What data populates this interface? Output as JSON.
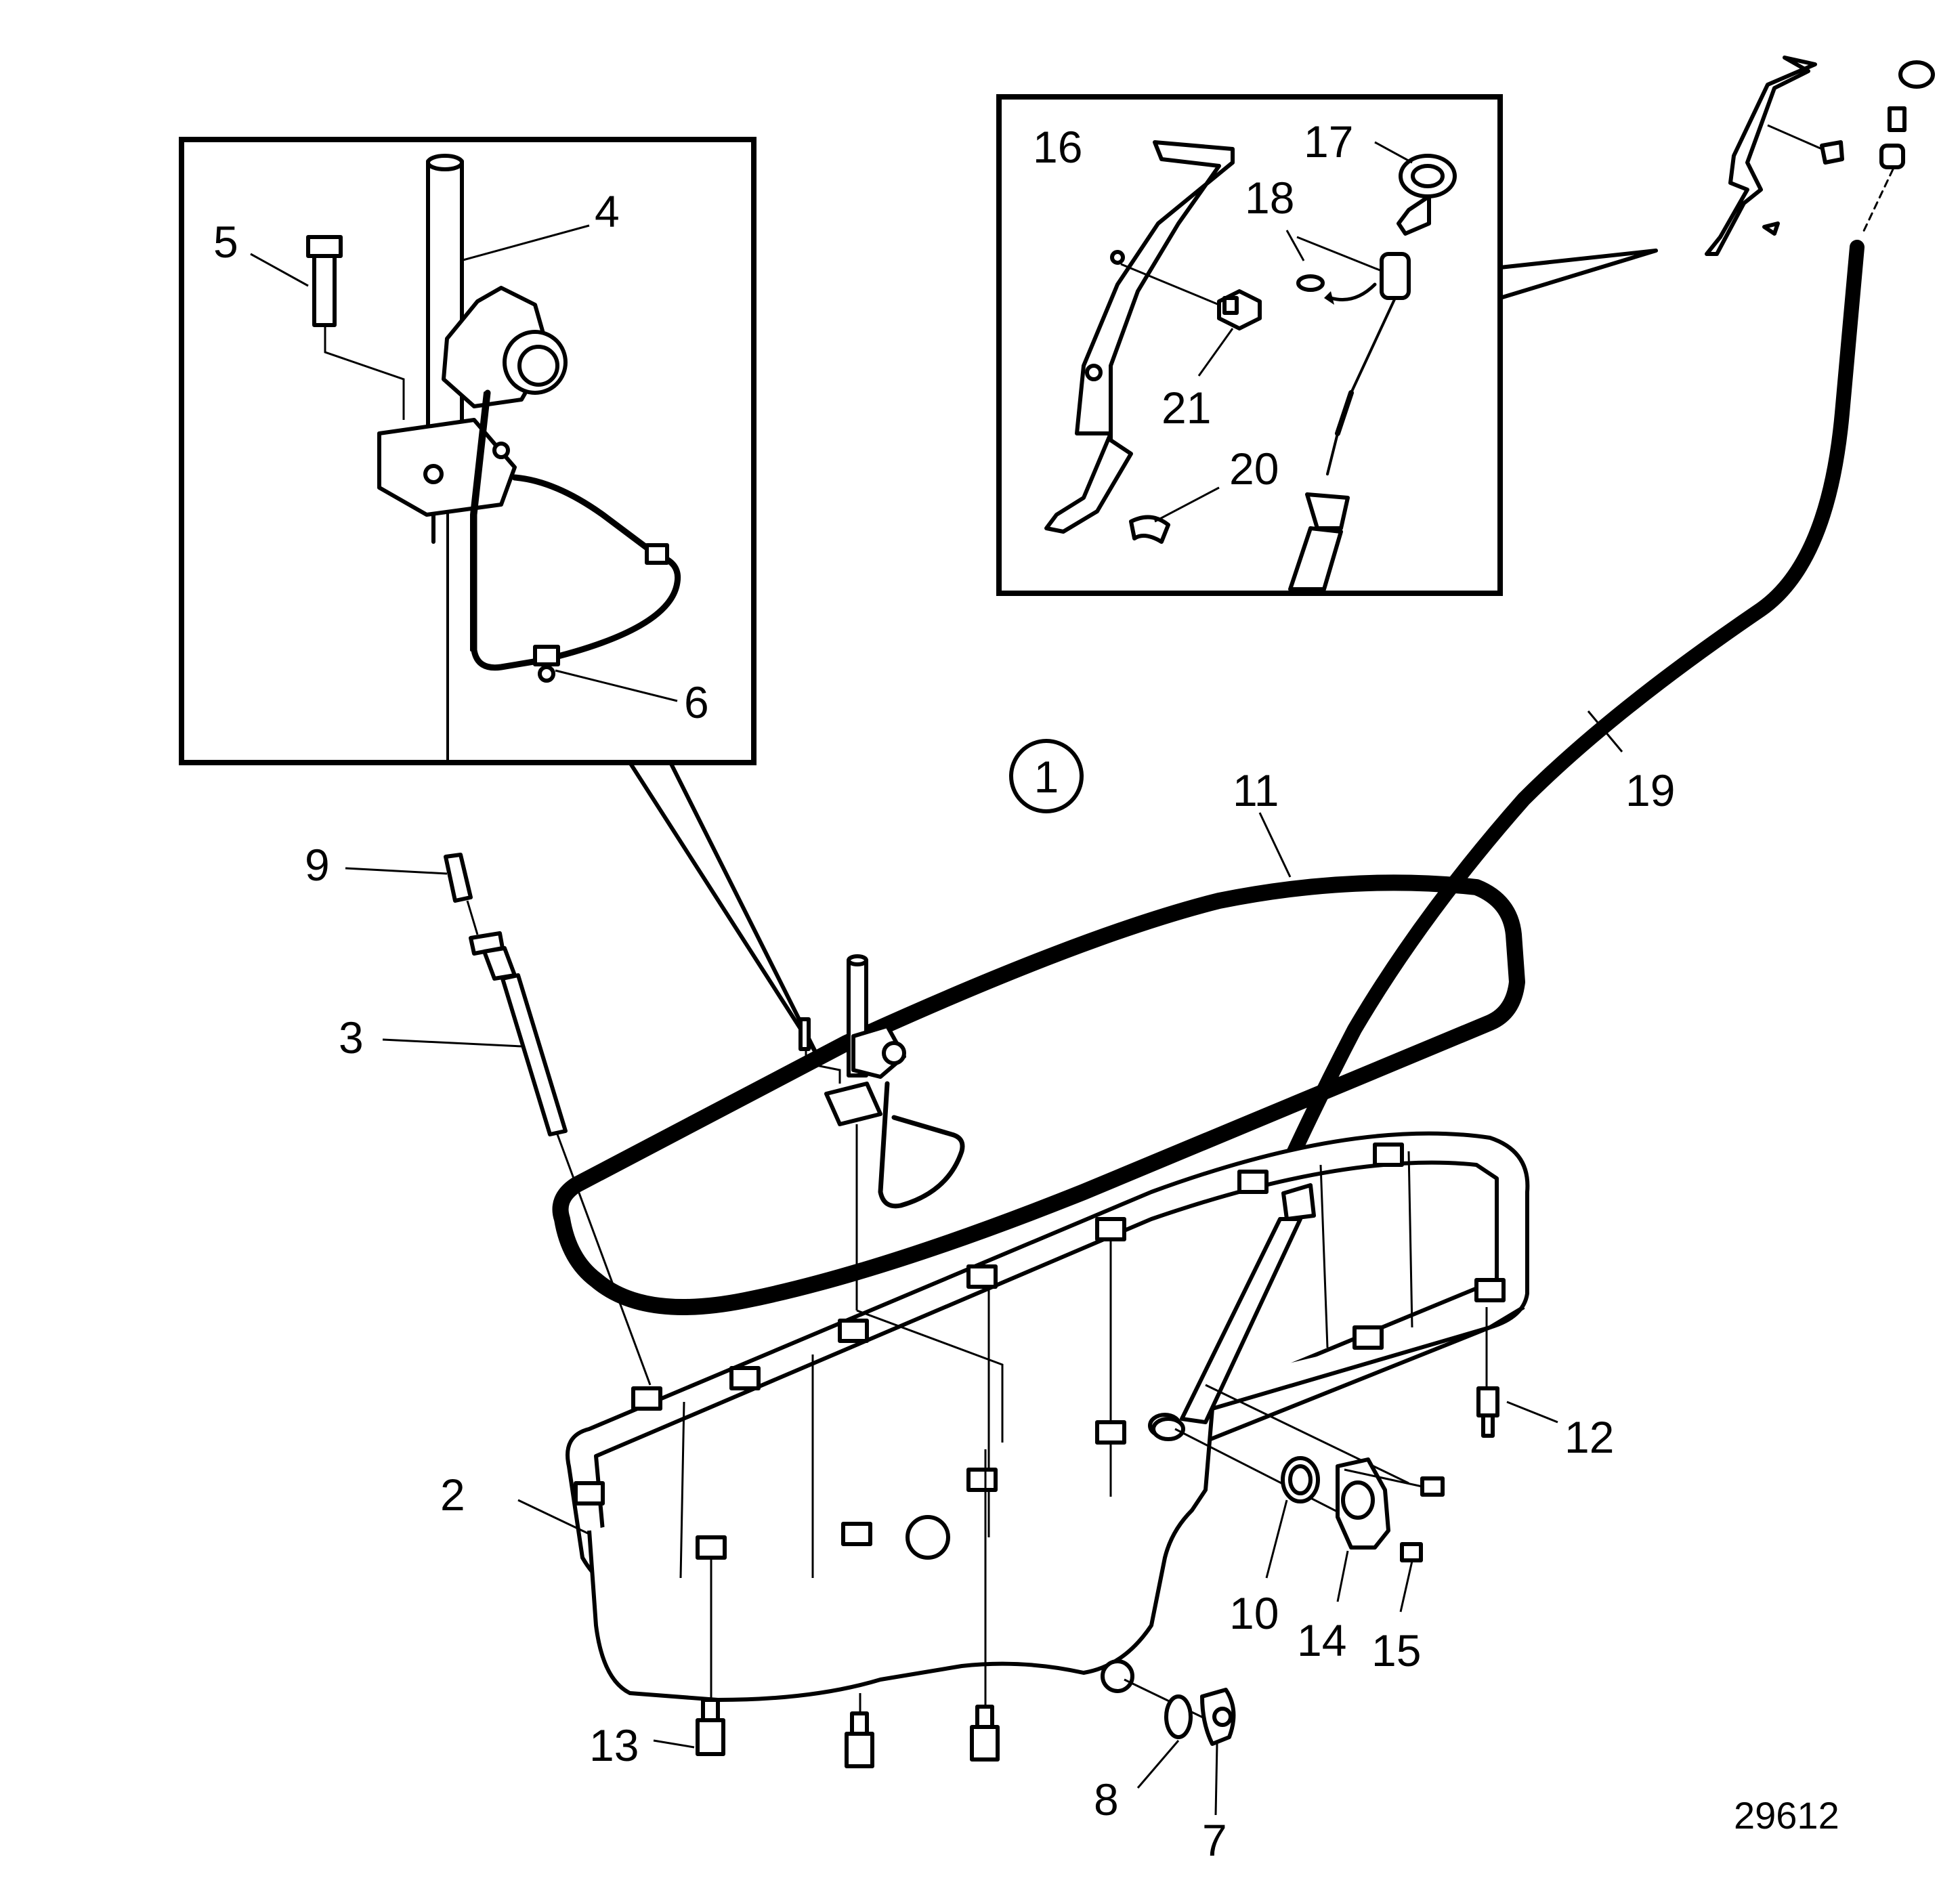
{
  "diagram": {
    "figure_number": "29612",
    "view_marker": "1",
    "callouts": {
      "c2": "2",
      "c3": "3",
      "c4": "4",
      "c5": "5",
      "c6": "6",
      "c7": "7",
      "c8": "8",
      "c9": "9",
      "c10": "10",
      "c11": "11",
      "c12": "12",
      "c13": "13",
      "c14": "14",
      "c15": "15",
      "c16": "16",
      "c17": "17",
      "c18": "18",
      "c19": "19",
      "c20": "20",
      "c21": "21"
    }
  }
}
